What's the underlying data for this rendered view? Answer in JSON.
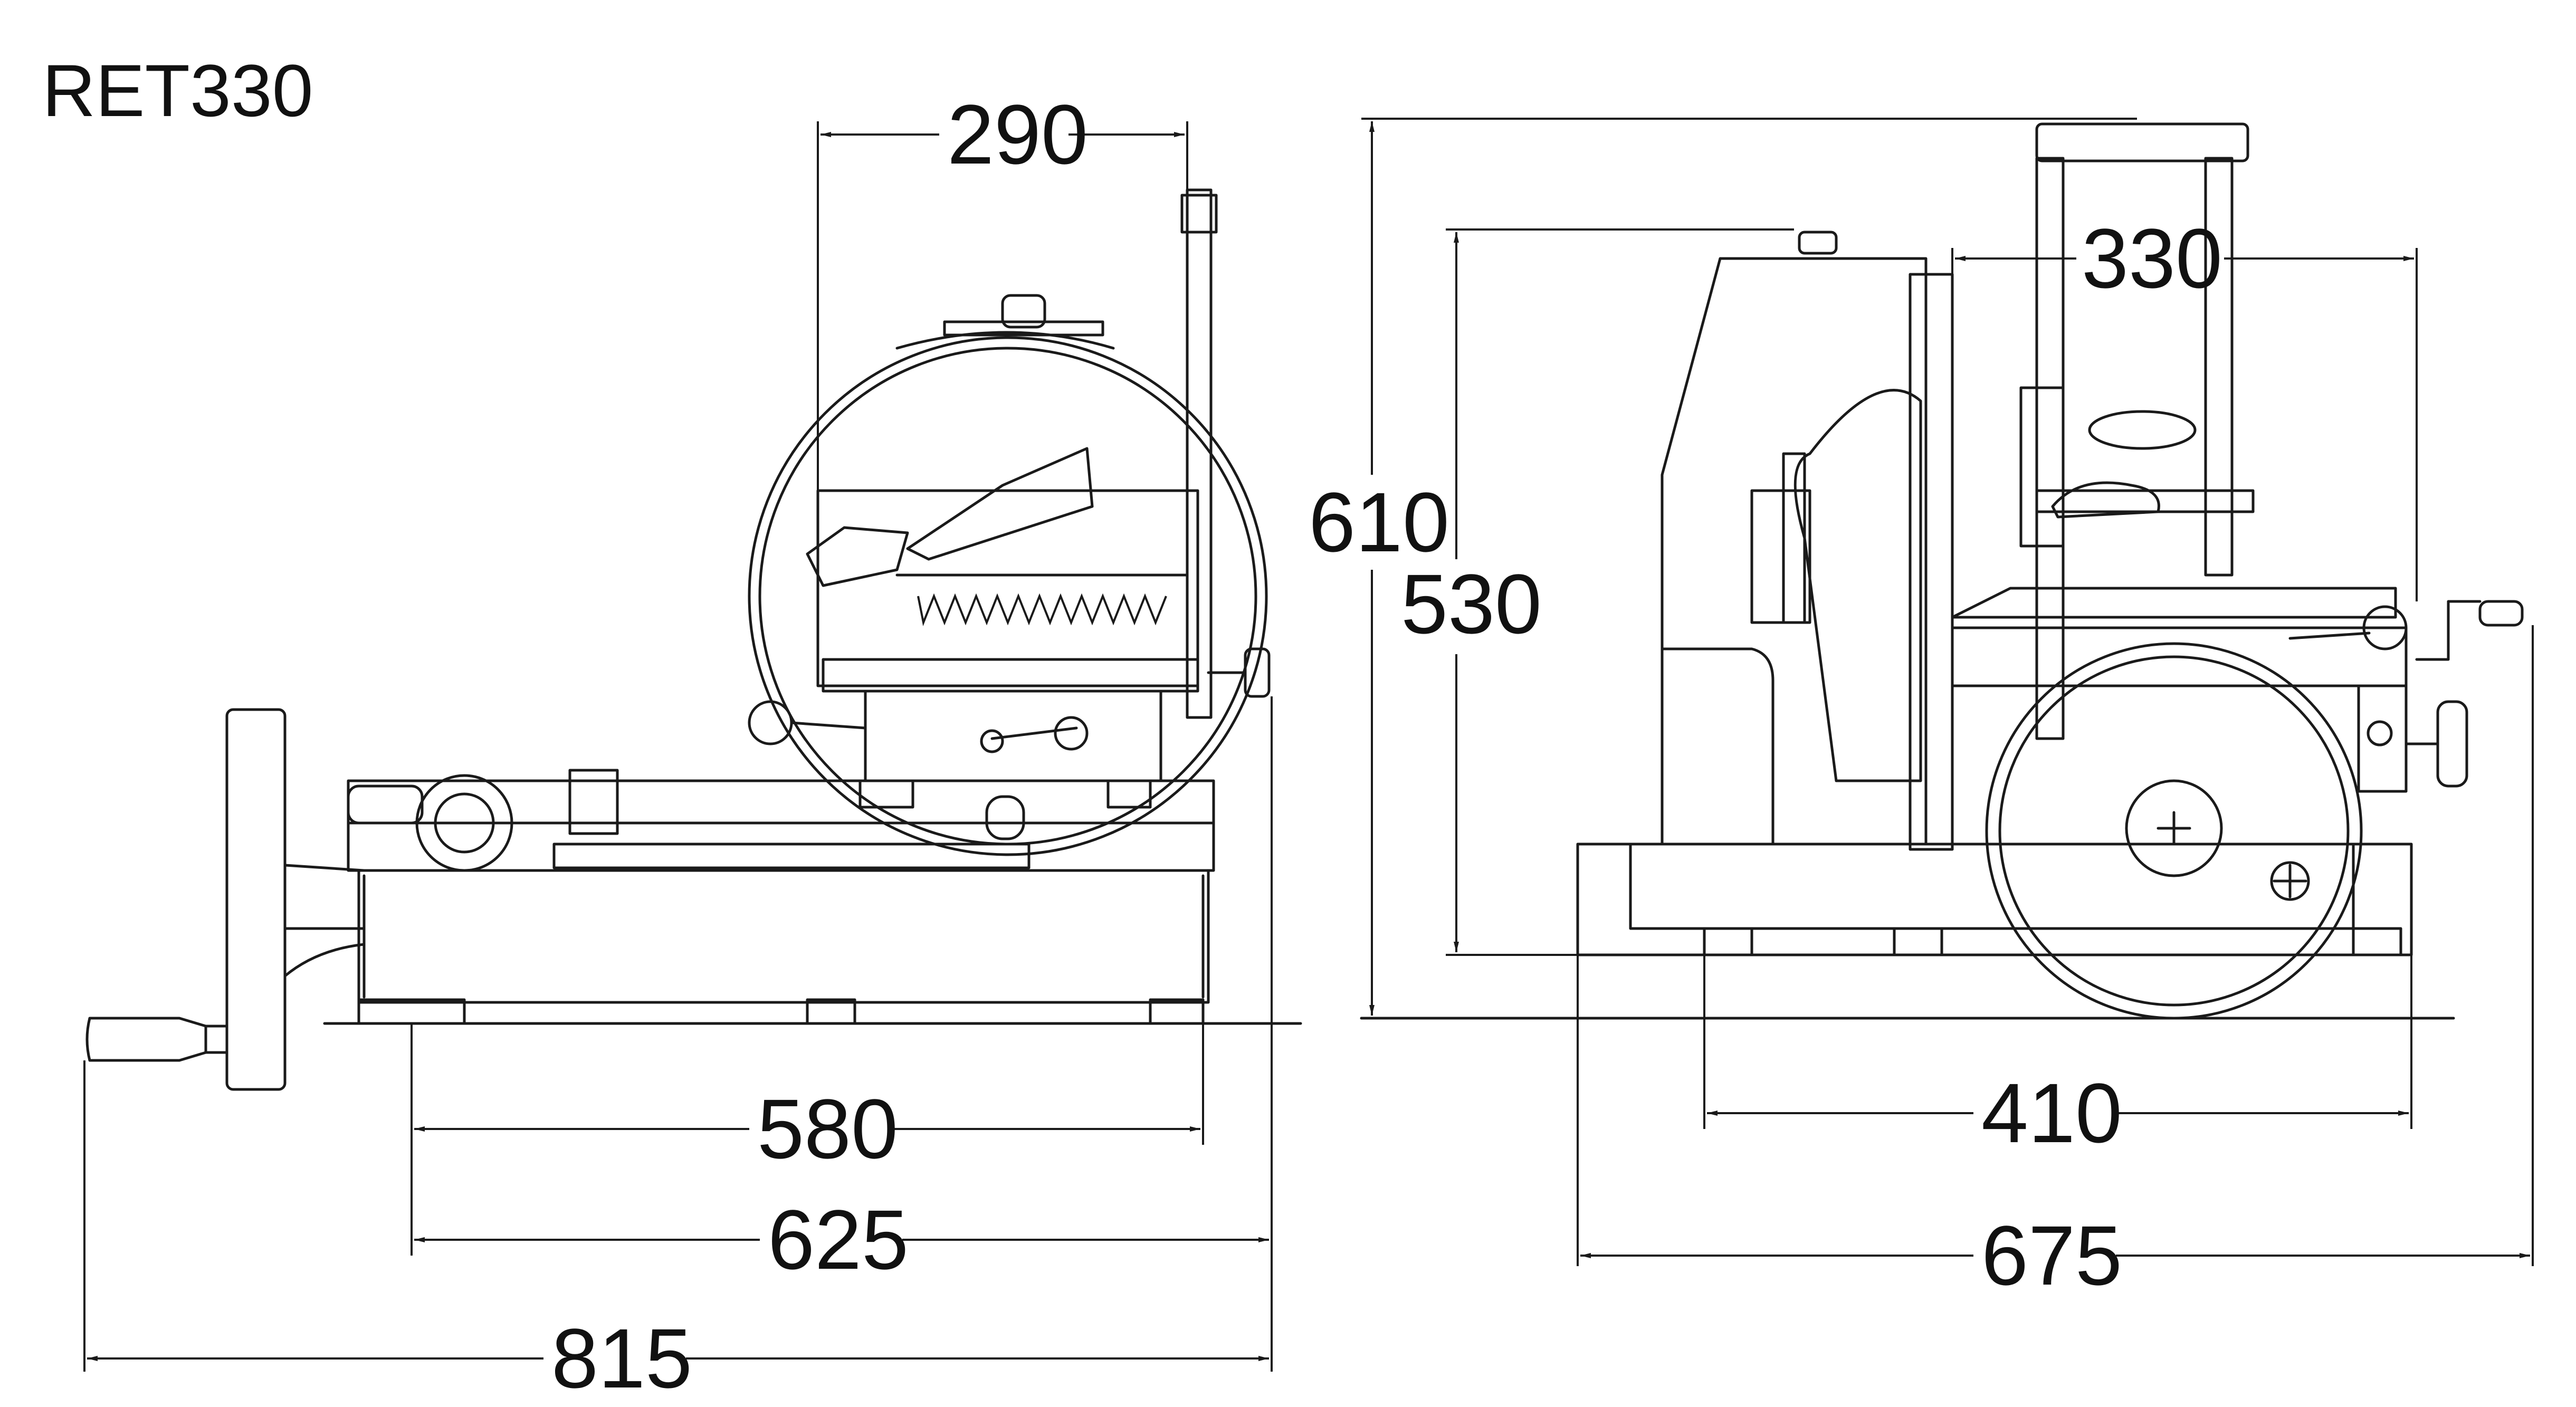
{
  "title": "RET330",
  "dimensions": {
    "front_top_width": "290",
    "front_base_580": "580",
    "front_base_625": "625",
    "front_total_815": "815",
    "side_total_height": "610",
    "side_body_height": "530",
    "side_top_width": "330",
    "side_base_410": "410",
    "side_total_675": "675"
  },
  "colors": {
    "line": "#1a1a1a",
    "background": "#ffffff"
  }
}
